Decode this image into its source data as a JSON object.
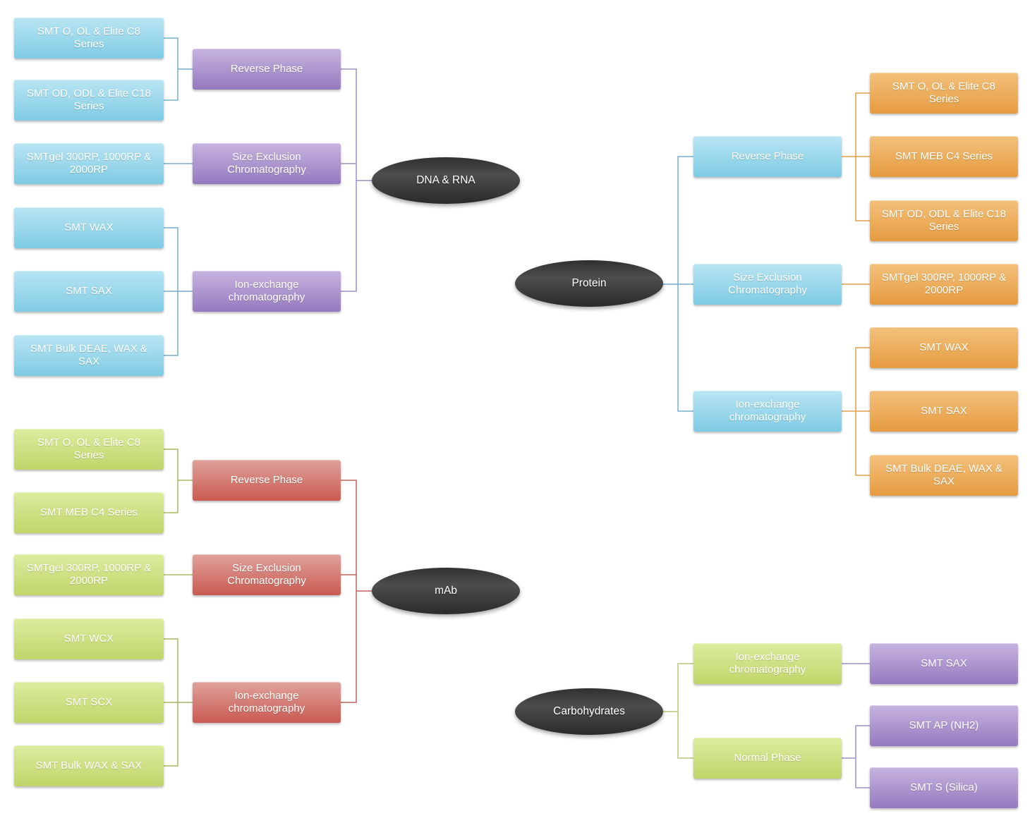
{
  "diagram": {
    "trees": [
      {
        "root": "DNA & RNA",
        "branches": [
          {
            "label": "Reverse Phase",
            "leaves": [
              "SMT O, OL & Elite C8 Series",
              "SMT OD, ODL & Elite C18 Series"
            ]
          },
          {
            "label": "Size Exclusion Chromatography",
            "leaves": [
              "SMTgel 300RP, 1000RP & 2000RP"
            ]
          },
          {
            "label": "Ion-exchange chromatography",
            "leaves": [
              "SMT WAX",
              "SMT SAX",
              "SMT Bulk DEAE, WAX & SAX"
            ]
          }
        ]
      },
      {
        "root": "Protein",
        "branches": [
          {
            "label": "Reverse Phase",
            "leaves": [
              "SMT O, OL & Elite C8 Series",
              "SMT MEB C4 Series",
              "SMT OD, ODL & Elite C18 Series"
            ]
          },
          {
            "label": "Size Exclusion Chromatography",
            "leaves": [
              "SMTgel 300RP, 1000RP & 2000RP"
            ]
          },
          {
            "label": "Ion-exchange chromatography",
            "leaves": [
              "SMT WAX",
              "SMT SAX",
              "SMT Bulk DEAE, WAX & SAX"
            ]
          }
        ]
      },
      {
        "root": "mAb",
        "branches": [
          {
            "label": "Reverse Phase",
            "leaves": [
              "SMT O, OL & Elite C8 Series",
              "SMT MEB C4 Series"
            ]
          },
          {
            "label": "Size Exclusion Chromatography",
            "leaves": [
              "SMTgel 300RP, 1000RP & 2000RP"
            ]
          },
          {
            "label": "Ion-exchange chromatography",
            "leaves": [
              "SMT WCX",
              "SMT SCX",
              "SMT Bulk WAX & SAX"
            ]
          }
        ]
      },
      {
        "root": "Carbohydrates",
        "branches": [
          {
            "label": "Ion-exchange chromatography",
            "leaves": [
              "SMT SAX"
            ]
          },
          {
            "label": "Normal Phase",
            "leaves": [
              "SMT AP (NH2)",
              "SMT S (Silica)"
            ]
          }
        ]
      }
    ],
    "colors": {
      "blue_top": "#b9e5f3",
      "blue_bottom": "#7ecbe4",
      "purple_top": "#c7b4df",
      "purple_bottom": "#9579bf",
      "orange_top": "#f3c17c",
      "orange_bottom": "#e69b40",
      "green_top": "#dcec9f",
      "green_bottom": "#c0d569",
      "red_top": "#e0a29c",
      "red_bottom": "#c95a50",
      "ellipse_top": "#303030",
      "ellipse_mid": "#4d4d4d",
      "ellipse_bottom": "#2a2a2a",
      "line_blue": "#74aed0",
      "line_purple": "#9d8fc6",
      "line_orange": "#e3a04b",
      "line_olive": "#a9b964",
      "line_red": "#c2625a",
      "line_green": "#b3c873"
    }
  }
}
